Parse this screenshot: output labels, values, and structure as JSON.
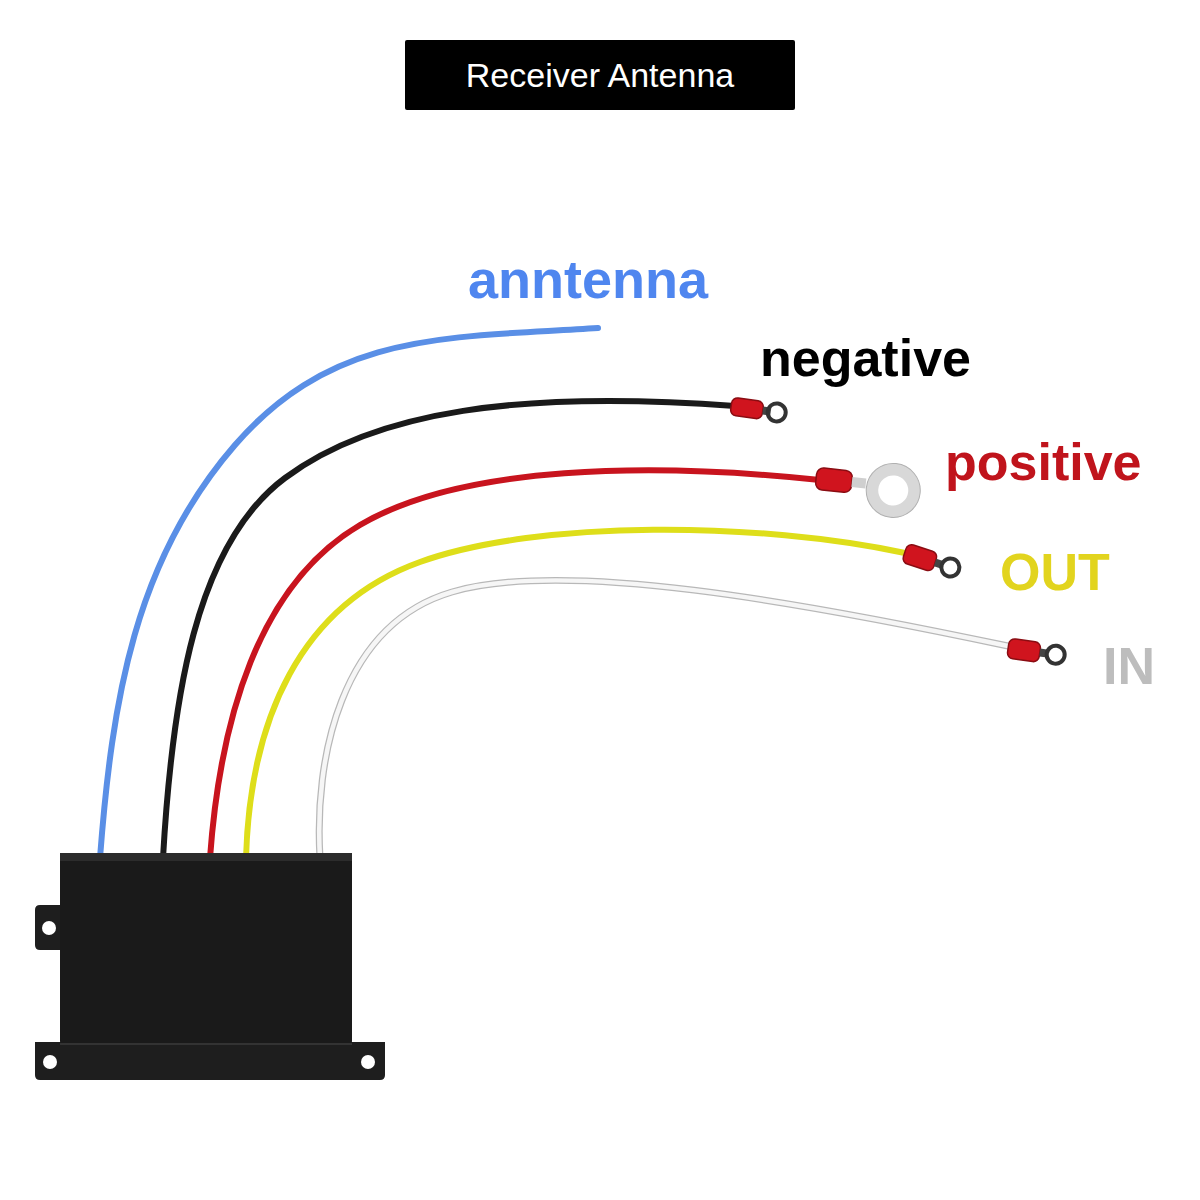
{
  "diagram": {
    "title": "Receiver Antenna",
    "labels": [
      "anntenna",
      "negative",
      "positive",
      "OUT",
      "IN"
    ]
  }
}
